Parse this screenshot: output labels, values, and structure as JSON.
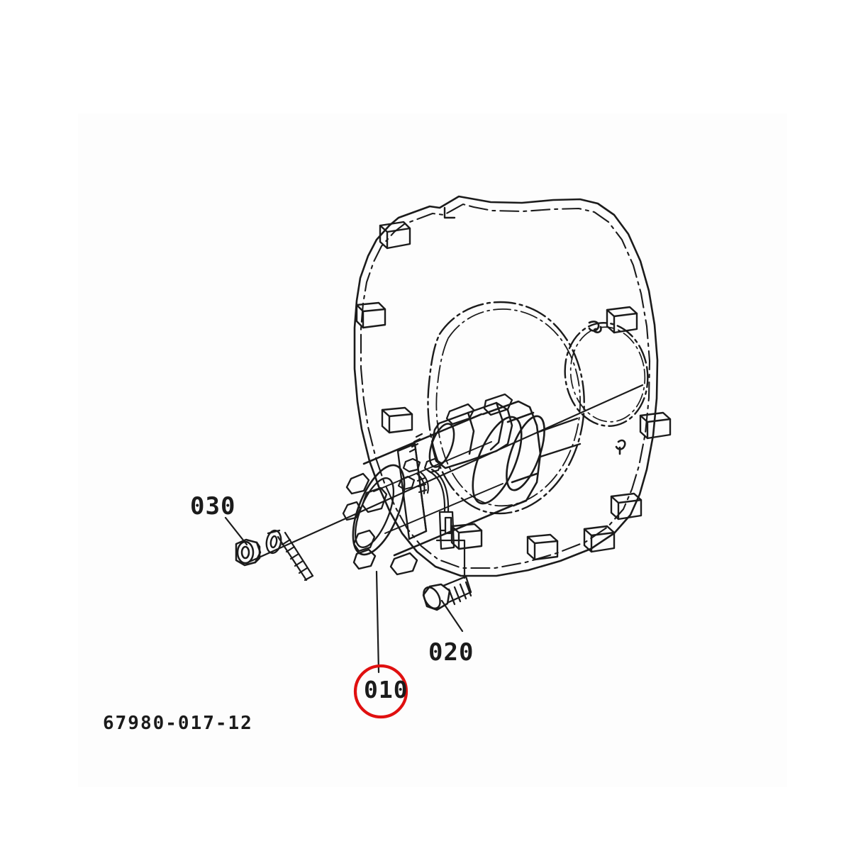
{
  "diagram": {
    "type": "exploded-parts-diagram",
    "subject": "Engine flywheel bell housing with starter motor assembly",
    "drawing_number": "67980-017-12",
    "background_color": "#ffffff",
    "line_color": "#1b1b1b",
    "highlight_color": "#e01010",
    "callouts": [
      {
        "id": "030",
        "label": "030",
        "part": "mounting nut and spring washer with stud",
        "leader": "down-right",
        "highlighted": false
      },
      {
        "id": "020",
        "label": "020",
        "part": "hex head mounting bolt",
        "leader": "up-right",
        "highlighted": false
      },
      {
        "id": "010",
        "label": "010",
        "part": "starter motor assembly",
        "leader": "vertical-up",
        "highlighted": true,
        "highlight_shape": "circle"
      }
    ],
    "parts": [
      {
        "name": "bell-housing",
        "description": "flywheel housing plate with perimeter mounting bosses and two bores"
      },
      {
        "name": "starter-motor",
        "description": "cylindrical starter motor with solenoid, terminal studs and wire lead"
      },
      {
        "name": "starter-nose-cone",
        "description": "drive end housing entering the housing bore"
      },
      {
        "name": "commutator-end-cap",
        "description": "end cap with through-bolt lugs"
      },
      {
        "name": "wire-connector",
        "description": "small spade terminal connector on lead wire"
      },
      {
        "name": "hex-nut",
        "description": "hex mounting nut"
      },
      {
        "name": "spring-washer",
        "description": "split lock washer"
      },
      {
        "name": "threaded-stud",
        "description": "threaded mounting stud"
      },
      {
        "name": "hex-bolt",
        "description": "hex head bolt with threaded shank"
      },
      {
        "name": "axis-line",
        "description": "assembly centre / alignment axis line"
      }
    ]
  }
}
